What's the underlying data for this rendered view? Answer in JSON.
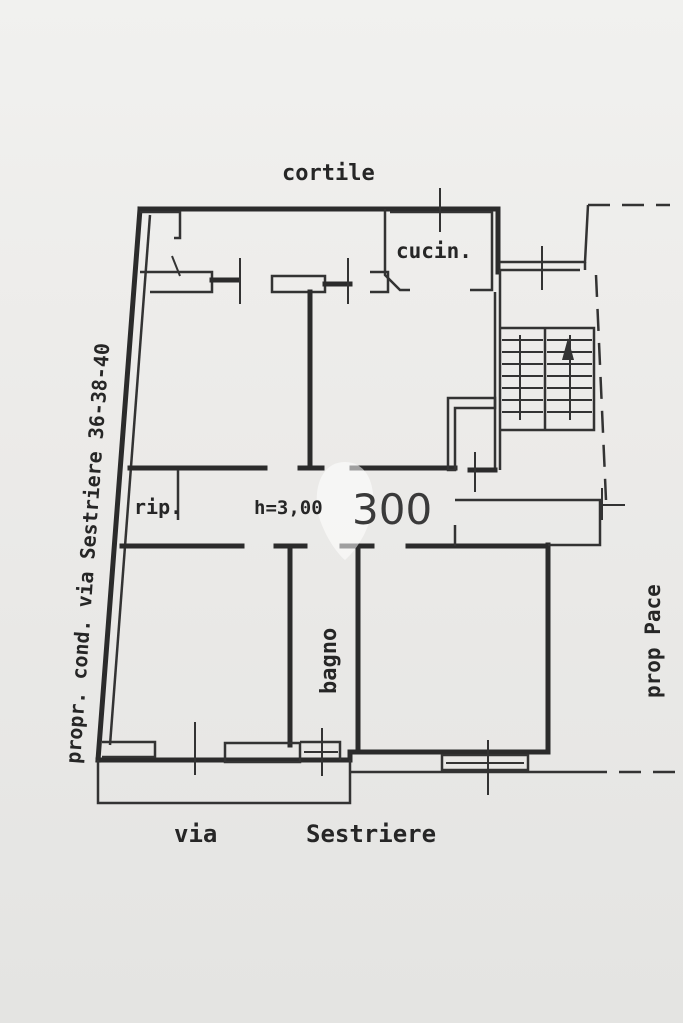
{
  "labels": {
    "courtyard": "cortile",
    "kitchen": "cucin.",
    "storage": "rip.",
    "height": "h=3,00",
    "sheet_number": "300",
    "bathroom": "bagno",
    "left_neighbor": "propr. cond. via Sestriere 36-38-40",
    "right_neighbor": "prop Pace",
    "street_word1": "via",
    "street_word2": "Sestriere"
  }
}
